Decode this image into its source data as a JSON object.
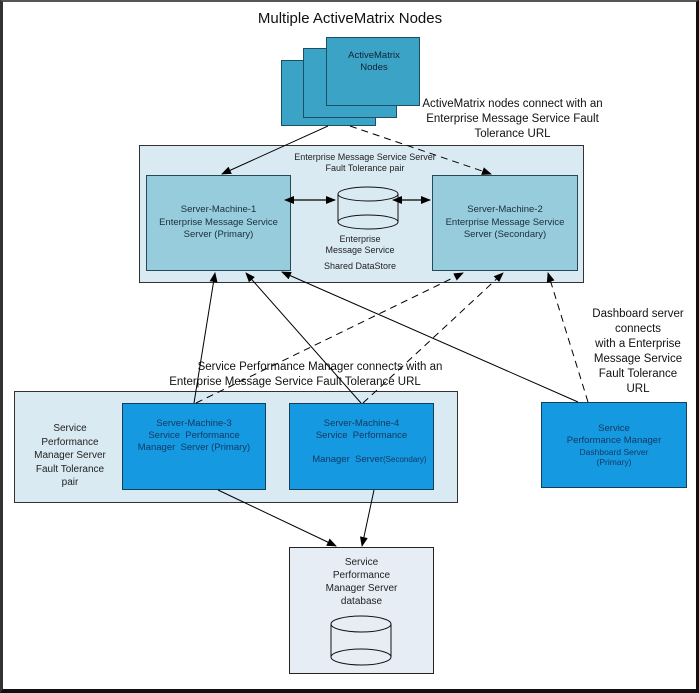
{
  "title": "Multiple ActiveMatrix Nodes",
  "activematrix": {
    "label_line1": "ActiveMatrix",
    "label_line2": "Nodes",
    "annotation_line1": "ActiveMatrix nodes connect with an",
    "annotation_line2": "Enterprise Message Service Fault",
    "annotation_line3": "Tolerance URL"
  },
  "ems_pair": {
    "title_line1": "Enterprise Message Service Server",
    "title_line2": "Fault Tolerance pair",
    "primary": {
      "line1": "Server-Machine-1",
      "line2": "Enterprise Message Service",
      "line3": "Server (Primary)"
    },
    "secondary": {
      "line1": "Server-Machine-2",
      "line2": "Enterprise Message Service",
      "line3": "Server (Secondary)"
    },
    "datastore": {
      "line1": "Enterprise",
      "line2": "Message Service",
      "line3": "Shared DataStore"
    }
  },
  "spm_annotation": {
    "line1": "Service Performance Manager connects with an",
    "line2": "Enterprise Message Service Fault Tolerance URL"
  },
  "spm_pair": {
    "label_line1": "Service",
    "label_line2": "Performance",
    "label_line3": "Manager Server",
    "label_line4": "Fault Tolerance",
    "label_line5": "pair",
    "primary": {
      "line1": "Server-Machine-3",
      "line2": "Service  Performance",
      "line3": "Manager  Server (Primary)"
    },
    "secondary": {
      "line1": "Server-Machine-4",
      "line2": "Service  Performance",
      "line3": "Manager  Server",
      "line3_suffix": "(Secondary)"
    }
  },
  "dashboard": {
    "annotation_line1": "Dashboard server",
    "annotation_line2": "connects",
    "annotation_line3": "with a Enterprise",
    "annotation_line4": "Message Service",
    "annotation_line5": "Fault Tolerance",
    "annotation_line6": "URL",
    "box_line1": "Service",
    "box_line2": "Performance Manager",
    "box_line3": "Dashboard Server",
    "box_line4": "(Primary)"
  },
  "database": {
    "line1": "Service",
    "line2": "Performance",
    "line3": "Manager Server",
    "line4": "database"
  },
  "colors": {
    "activematrix_fill": "#3ba3c5",
    "ems_container_fill": "#daeaf2",
    "ems_server_fill": "#96ccdb",
    "spm_server_fill": "#1599e0",
    "database_box_fill": "#e6edf5"
  }
}
